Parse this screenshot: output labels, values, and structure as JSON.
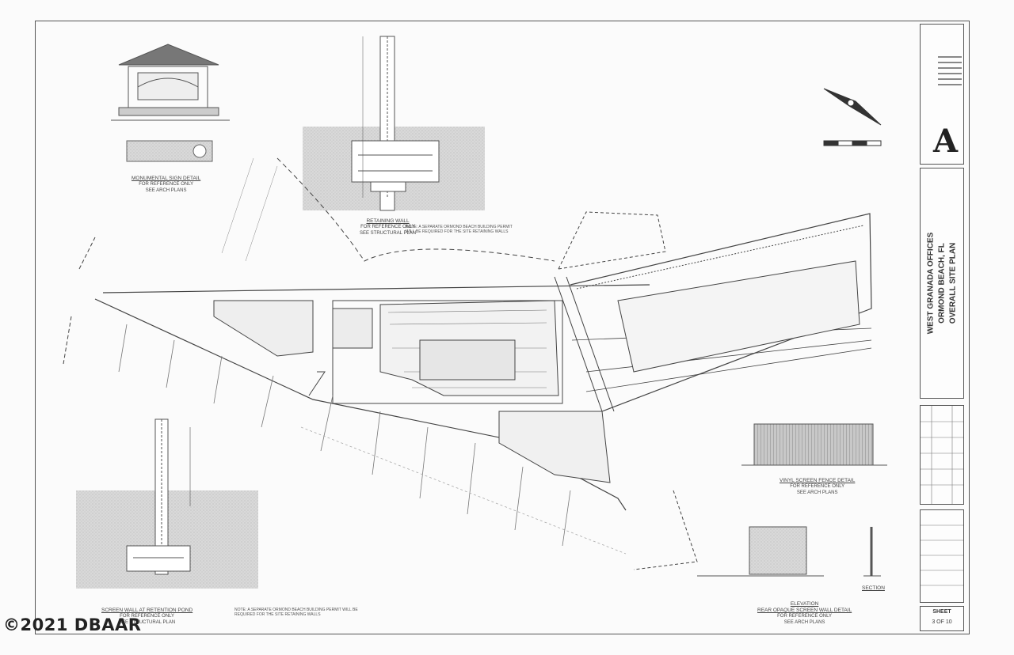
{
  "title_block": {
    "project_line1": "WEST GRANADA OFFICES",
    "project_line2": "ORMOND BEACH, FL",
    "drawing_title": "OVERALL SITE PLAN",
    "sheet_label": "SHEET",
    "sheet_number": "3 OF 10"
  },
  "details": {
    "monument_sign": {
      "title": "MONUMENTAL SIGN DETAIL",
      "sub1": "FOR REFERENCE ONLY",
      "sub2": "SEE ARCH PLANS"
    },
    "retaining_wall": {
      "title": "RETAINING WALL",
      "sub1": "FOR REFERENCE ONLY",
      "sub2": "SEE STRUCTURAL PLAN"
    },
    "screen_wall": {
      "title": "SCREEN WALL AT RETENTION POND",
      "sub1": "FOR REFERENCE ONLY",
      "sub2": "SEE STRUCTURAL PLAN"
    },
    "vinyl_fence": {
      "title": "VINYL SCREEN FENCE DETAIL",
      "sub1": "FOR REFERENCE ONLY",
      "sub2": "SEE ARCH PLANS"
    },
    "rear_screen_wall": {
      "elevation": "ELEVATION",
      "title": "REAR OPAQUE SCREEN WALL DETAIL",
      "sub1": "FOR REFERENCE ONLY",
      "sub2": "SEE ARCH PLANS",
      "section": "SECTION"
    }
  },
  "notes": {
    "permit_note_top": "NOTE: A SEPARATE ORMOND BEACH BUILDING PERMIT WILL BE REQUIRED FOR THE SITE RETAINING WALLS",
    "permit_note_bottom": "NOTE: A SEPARATE ORMOND BEACH BUILDING PERMIT WILL BE REQUIRED FOR THE SITE RETAINING WALLS"
  },
  "watermark": "©2021 DBAAR"
}
